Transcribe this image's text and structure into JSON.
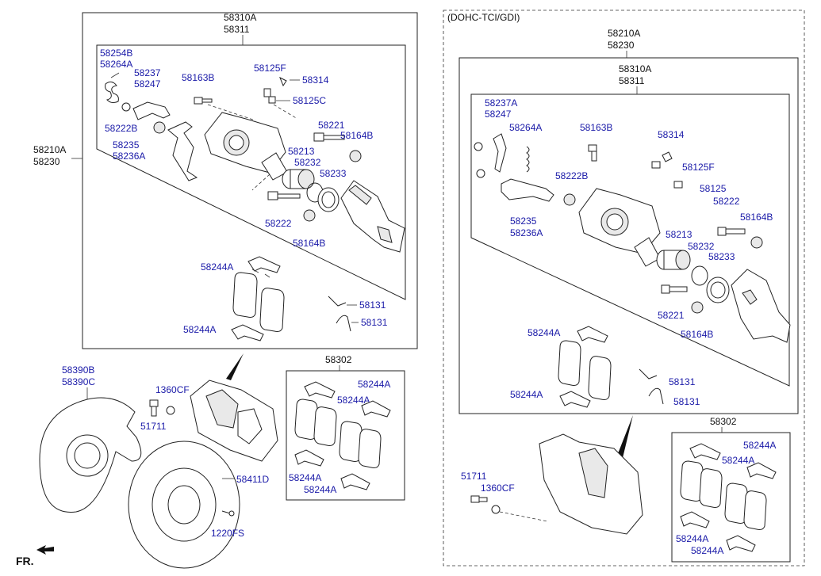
{
  "variant_note": "(DOHC-TCI/GDI)",
  "direction_label": "FR.",
  "colors": {
    "part_label": "#1a1aa8",
    "header_label": "#111111",
    "lines": "#222222"
  },
  "left_group": {
    "caliper_kit": [
      "58310A",
      "58311"
    ],
    "caliper_assy": [
      "58210A",
      "58230"
    ],
    "spring": [
      "58254B",
      "58264A"
    ],
    "bracket_pad": [
      "58237",
      "58247"
    ],
    "guide_bolt": "58163B",
    "bleeder_screw": "58125F",
    "bleeder_cap": "58314",
    "bleeder_cap_b": "58125C",
    "boot_left": "58222B",
    "guide_pin_upper": "58221",
    "boot_upper": "58164B",
    "bracket_lever": [
      "58235",
      "58236A"
    ],
    "piston": "58213",
    "piston_seal": "58232",
    "piston_boot": "58233",
    "guide_pin_lower": "58222",
    "boot_lower": "58164B",
    "shim_top": "58244A",
    "shim_bottom": "58244A",
    "spring_clip_a": "58131",
    "spring_clip_b": "58131"
  },
  "pad_kit_left": {
    "title": "58302",
    "shim_top_right": "58244A",
    "shim_mid": "58244A",
    "shim_bottom_left": "58244A",
    "shim_bottom_right": "58244A"
  },
  "bottom_left": {
    "dust_cover": [
      "58390B",
      "58390C"
    ],
    "bolt_washer": "1360CF",
    "bolt": "51711",
    "disc": "58411D",
    "screw": "1220FS"
  },
  "right_group": {
    "caliper_assy": [
      "58210A",
      "58230"
    ],
    "caliper_kit": [
      "58310A",
      "58311"
    ],
    "bracket_pad": [
      "58237A",
      "58247"
    ],
    "spring": "58264A",
    "guide_bolt": "58163B",
    "bleeder_cap": "58314",
    "bleeder_screw": "58125F",
    "boot_left": "58222B",
    "bleeder_b": "58125",
    "bracket_lever": [
      "58235",
      "58236A"
    ],
    "guide_pin_upper": "58222",
    "boot_upper": "58164B",
    "piston": "58213",
    "piston_seal": "58232",
    "piston_boot": "58233",
    "guide_pin_lower": "58221",
    "boot_lower": "58164B",
    "shim_top": "58244A",
    "shim_bottom": "58244A",
    "spring_clip_a": "58131",
    "spring_clip_b": "58131"
  },
  "pad_kit_right": {
    "title": "58302",
    "shim_top_right": "58244A",
    "shim_mid": "58244A",
    "shim_bottom_left": "58244A",
    "shim_bottom_right": "58244A"
  },
  "bottom_right": {
    "bolt": "51711",
    "bolt_washer": "1360CF"
  }
}
